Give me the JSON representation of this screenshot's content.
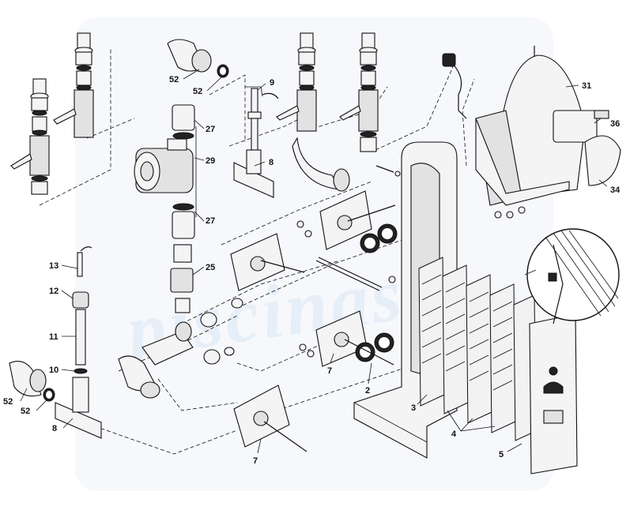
{
  "watermark": "piscinas",
  "callouts": [
    {
      "id": "c52a",
      "text": "52"
    },
    {
      "id": "c52b",
      "text": "52"
    },
    {
      "id": "c9",
      "text": "9"
    },
    {
      "id": "c27a",
      "text": "27"
    },
    {
      "id": "c29",
      "text": "29"
    },
    {
      "id": "c8a",
      "text": "8"
    },
    {
      "id": "c27b",
      "text": "27"
    },
    {
      "id": "c25",
      "text": "25"
    },
    {
      "id": "c13",
      "text": "13"
    },
    {
      "id": "c12",
      "text": "12"
    },
    {
      "id": "c11",
      "text": "11"
    },
    {
      "id": "c10",
      "text": "10"
    },
    {
      "id": "c52c",
      "text": "52"
    },
    {
      "id": "c52d",
      "text": "52"
    },
    {
      "id": "c8b",
      "text": "8"
    },
    {
      "id": "c7a",
      "text": "7"
    },
    {
      "id": "c2",
      "text": "2"
    },
    {
      "id": "c3",
      "text": "3"
    },
    {
      "id": "c4",
      "text": "4"
    },
    {
      "id": "c5",
      "text": "5"
    },
    {
      "id": "c7b",
      "text": "7"
    },
    {
      "id": "c31",
      "text": "31"
    },
    {
      "id": "c36",
      "text": "36"
    },
    {
      "id": "c34",
      "text": "34"
    }
  ]
}
